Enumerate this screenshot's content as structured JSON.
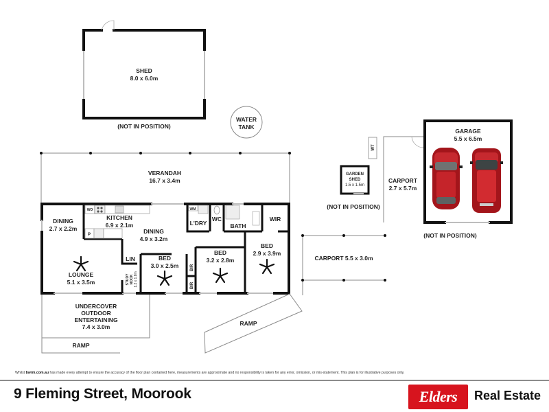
{
  "plan": {
    "shed": {
      "name": "SHED",
      "size": "8.0 x 6.0m",
      "note": "(NOT IN POSITION)"
    },
    "water_tank": {
      "line1": "WATER",
      "line2": "TANK"
    },
    "verandah": {
      "name": "VERANDAH",
      "size": "16.7 x 3.4m"
    },
    "dining_left": {
      "name": "DINING",
      "size": "2.7 x 2.2m"
    },
    "kitchen": {
      "name": "KITCHEN",
      "size": "6.9 x 2.1m",
      "wo": "WO",
      "pantry": "P"
    },
    "dining_main": {
      "name": "DINING",
      "size": "4.9 x 3.2m"
    },
    "laundry": {
      "name": "L'DRY",
      "wm": "WM"
    },
    "wc": {
      "name": "WC"
    },
    "bath": {
      "name": "BATH"
    },
    "wir": {
      "name": "WIR"
    },
    "lounge": {
      "name": "LOUNGE",
      "size": "5.1 x 3.5m"
    },
    "lin": {
      "name": "LIN"
    },
    "study_nook": {
      "line1": "STUDY",
      "line2": "NOOK",
      "size": "1.2 x 1.8m"
    },
    "bed1": {
      "name": "BED",
      "size": "3.0 x 2.5m"
    },
    "bir1": {
      "name": "BIR"
    },
    "bir2": {
      "name": "BIR"
    },
    "bed2": {
      "name": "BED",
      "size": "3.2 x 2.8m"
    },
    "bed3": {
      "name": "BED",
      "size": "2.9 x 3.9m"
    },
    "outdoor": {
      "line1": "UNDERCOVER",
      "line2": "OUTDOOR",
      "line3": "ENTERTAINING",
      "size": "7.4 x 3.0m"
    },
    "ramp_left": {
      "name": "RAMP"
    },
    "ramp_right": {
      "name": "RAMP"
    },
    "carport_front": {
      "label": "CARPORT 5.5 x 3.0m"
    },
    "garden_shed": {
      "line1": "GARDEN",
      "line2": "SHED",
      "size": "1.5 x 1.5m",
      "note": "(NOT IN POSITION)"
    },
    "wt": {
      "name": "WT"
    },
    "carport_side": {
      "name": "CARPORT",
      "size": "2.7 x 5.7m"
    },
    "garage": {
      "name": "GARAGE",
      "size": "5.5 x 6.5m",
      "note": "(NOT IN POSITION)"
    }
  },
  "footer": {
    "disclaimer_prefix": "Whilst ",
    "disclaimer_site": "bwrm.com.au",
    "disclaimer_rest": " has made every attempt to ensure the accuracy of the floor plan contained here, measurements are approximate and no responsibility is taken for any error, omission, or mis-statement. This plan is for illustrative purposes only.",
    "address": "9 Fleming Street, Moorook",
    "brand_logo": "Elders",
    "brand_suffix": "Real Estate",
    "brand_color": "#d7141e"
  }
}
